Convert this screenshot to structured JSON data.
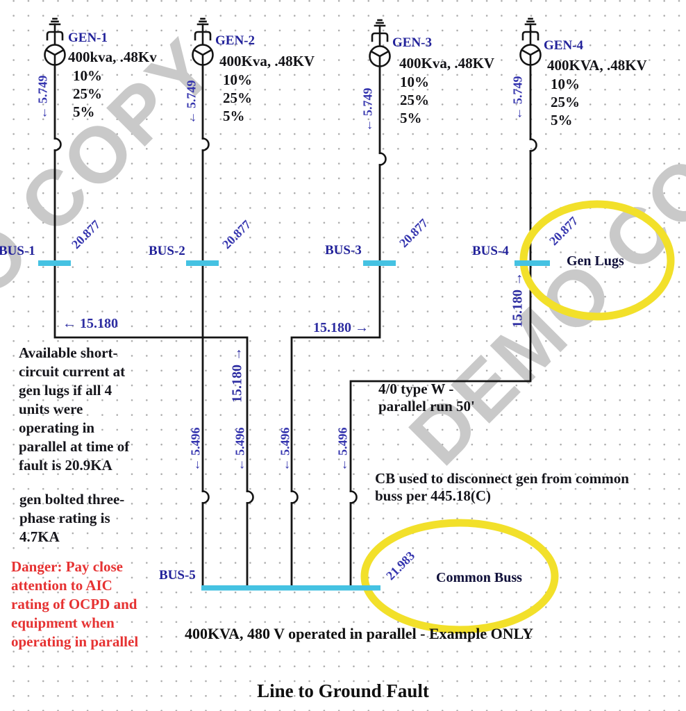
{
  "watermark": {
    "text": "DEMO COPY"
  },
  "title": "Line to Ground Fault",
  "caption": "400KVA, 480 V operated in parallel - Example ONLY",
  "generators": [
    {
      "name": "GEN-1",
      "spec": "400kva, .48Kv",
      "imps": "10%\n25%\n5%",
      "fault_ka": "← 5.749"
    },
    {
      "name": "GEN-2",
      "spec": "400Kva, .48KV",
      "imps": "10%\n25%\n5%",
      "fault_ka": "← 5.749"
    },
    {
      "name": "GEN-3",
      "spec": "400Kva, .48KV",
      "imps": "10%\n25%\n5%",
      "fault_ka": "← 5.749"
    },
    {
      "name": "GEN-4",
      "spec": "400KVA, .48KV",
      "imps": "10%\n25%\n5%",
      "fault_ka": "← 5.749"
    }
  ],
  "buses": [
    {
      "label": "BUS-1",
      "fault_ka": "20.877"
    },
    {
      "label": "BUS-2",
      "fault_ka": "20.877"
    },
    {
      "label": "BUS-3",
      "fault_ka": "20.877"
    },
    {
      "label": "BUS-4",
      "fault_ka": "20.877"
    },
    {
      "label": "BUS-5",
      "fault_ka": "21.983"
    }
  ],
  "flow_labels": {
    "bus1_to_common": "← 15.180",
    "bus3_to_common": "15.180 →",
    "feeder_mid": "15.180 →",
    "feeder_bus4": "15.180 →",
    "breaker_1": "← 5.496",
    "breaker_2": "← 5.496",
    "breaker_3": "← 5.496",
    "breaker_4": "← 5.496"
  },
  "callouts": {
    "gen_lugs": "Gen Lugs",
    "common_buss": "Common Buss"
  },
  "notes": {
    "cable": "4/0 type W -\nparallel run 50'",
    "cb": "CB used to disconnect gen from common\nbuss per 445.18(C)",
    "short_circuit": "Available short-\ncircuit current at\ngen lugs if all 4\nunits were\noperating in\nparallel at time of\nfault is 20.9KA",
    "bolted": "gen bolted three-\nphase rating is\n4.7KA",
    "danger": "Danger: Pay close\nattention to AIC\nrating of OCPD and\nequipment when\noperating in parallel"
  },
  "colors": {
    "bus_bar": "#45c2e2",
    "highlight_ring": "#f2e02a",
    "label_blue": "#3434ae",
    "text_navy": "#22229a",
    "danger_red": "#e63232"
  }
}
